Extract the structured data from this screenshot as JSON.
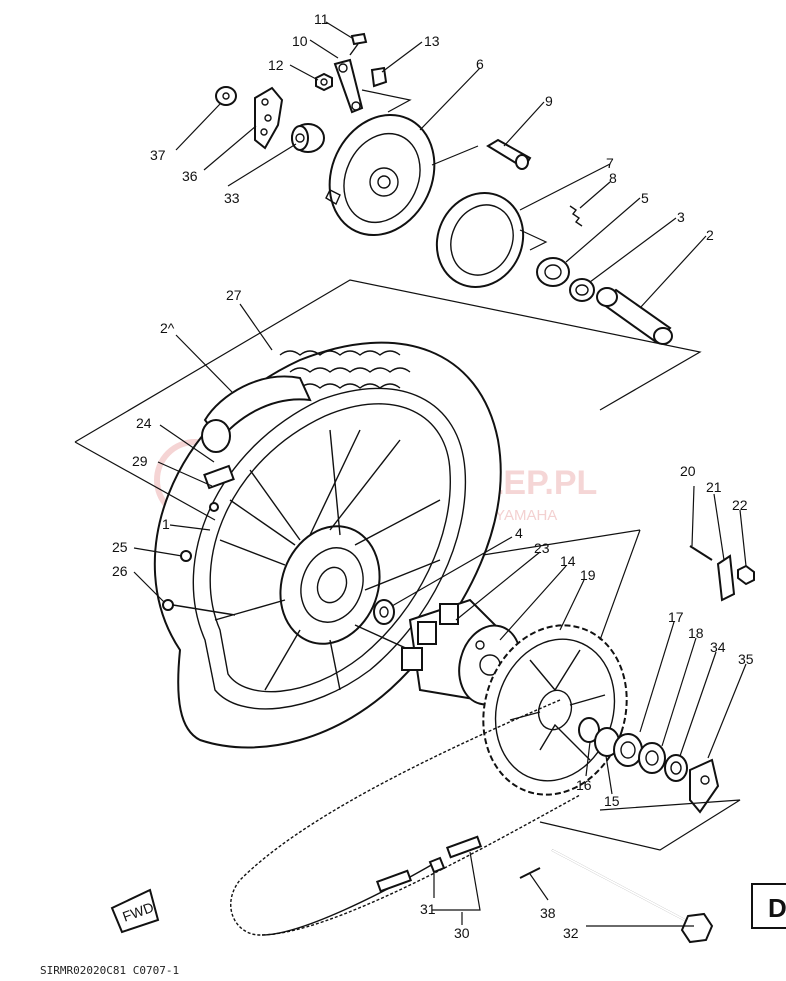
{
  "labels": {
    "p1": "1",
    "p2": "2",
    "p3": "3",
    "p4": "4",
    "p5": "5",
    "p6": "6",
    "p7": "7",
    "p8": "8",
    "p9": "9",
    "p10": "10",
    "p11": "11",
    "p12": "12",
    "p13": "13",
    "p14": "14",
    "p15": "15",
    "p16": "16",
    "p17": "17",
    "p18": "18",
    "p19": "19",
    "p20": "20",
    "p21": "21",
    "p22": "22",
    "p23": "23",
    "p24": "24",
    "p25": "25",
    "p26": "26",
    "p27": "27",
    "p28": "2^",
    "p29": "29",
    "p30": "30",
    "p31": "31",
    "p32": "32",
    "p33": "33",
    "p34": "34",
    "p35": "35",
    "p36": "36",
    "p37": "37",
    "p38": "38"
  },
  "watermark": {
    "line1": "YAMAHA-SKLEP.PL",
    "line2": "AUTORYZOWANY DEALER YAMAHA"
  },
  "fwd_label": "FWD",
  "section_letter": "D",
  "footer": "SIRMR02020C81   C0707-1"
}
